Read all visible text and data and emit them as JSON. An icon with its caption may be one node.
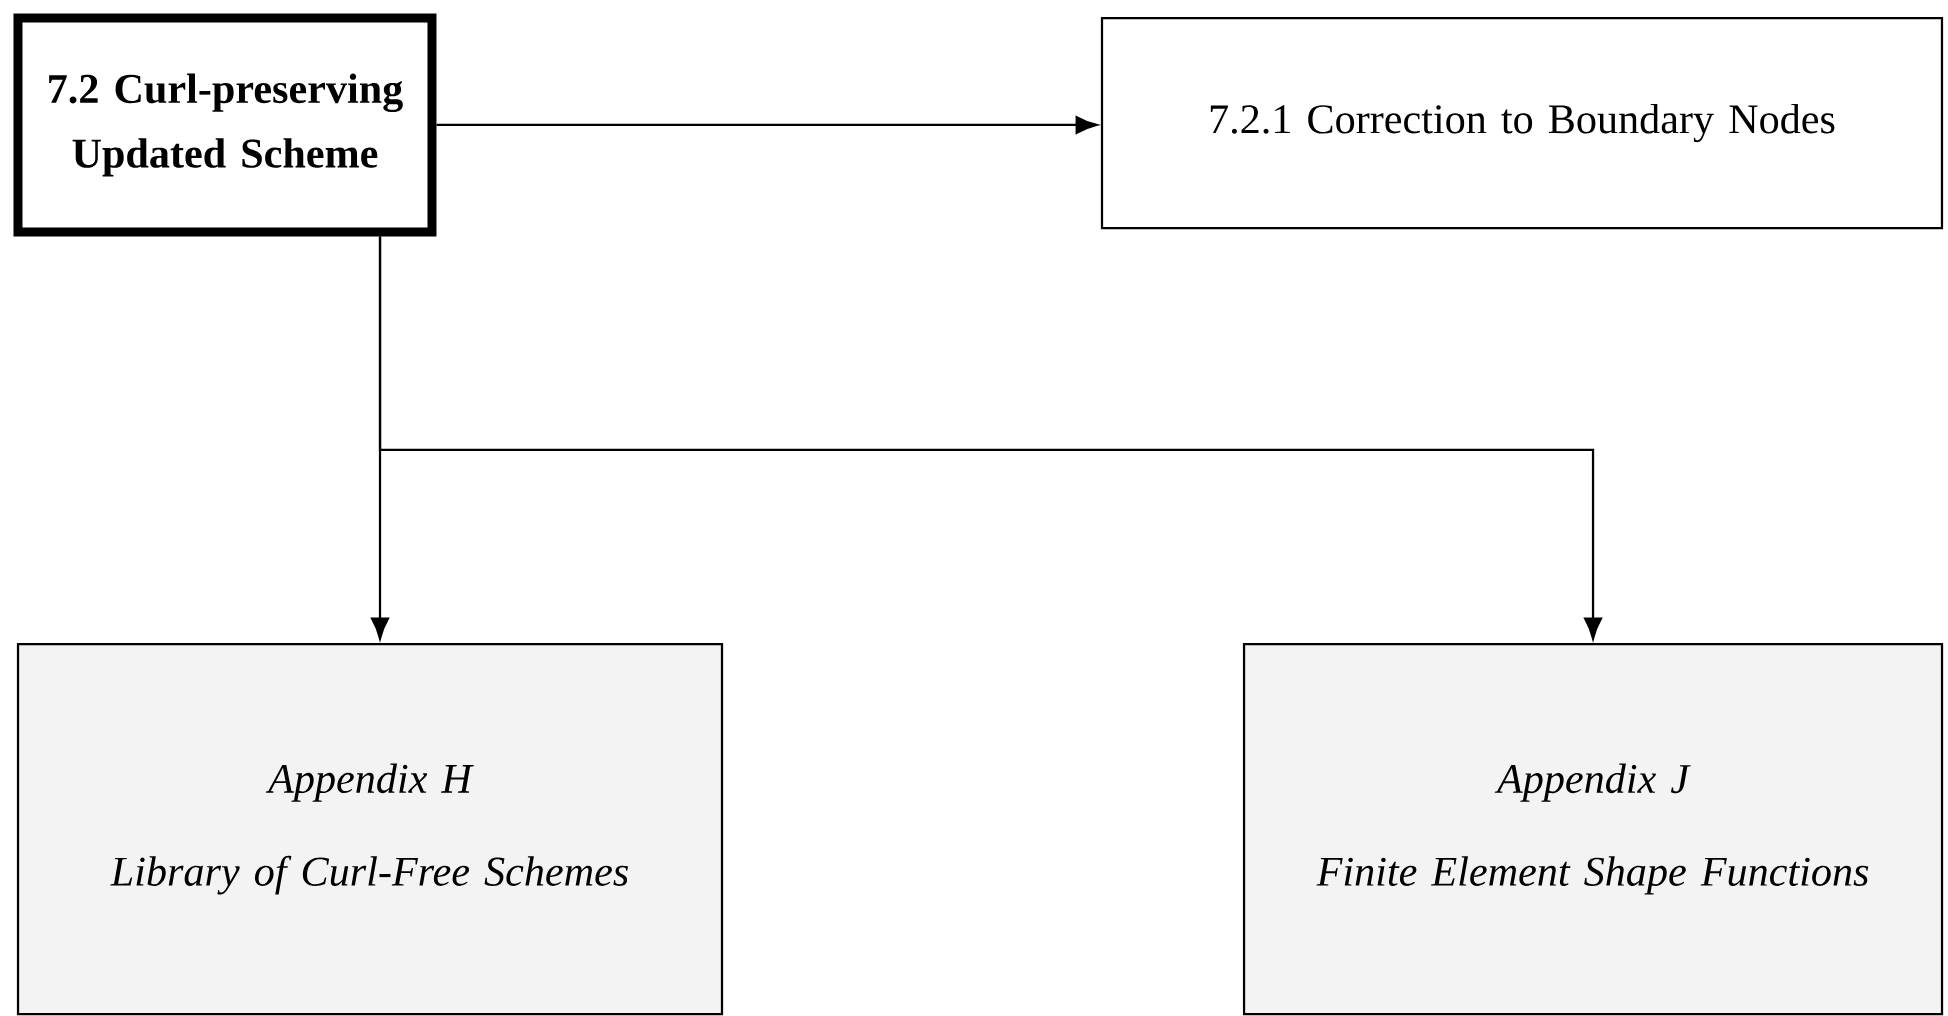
{
  "diagram": {
    "nodes": [
      {
        "text": [
          "7.2 Curl-preserving Updated Scheme"
        ]
      },
      {
        "text": [
          "7.2.1 Correction to Boundary Nodes"
        ]
      },
      {
        "text": [
          "Appendix H",
          "Library of Curl-Free Schemes"
        ]
      },
      {
        "text": [
          "Appendix J",
          "Finite Element Shape Functions"
        ]
      }
    ],
    "edges": [
      {
        "from": 0,
        "to": 1,
        "arrow": "to"
      },
      {
        "from": 0,
        "to": 2,
        "arrow": "to"
      },
      {
        "from": 0,
        "to": 3,
        "arrow": "to"
      }
    ]
  }
}
